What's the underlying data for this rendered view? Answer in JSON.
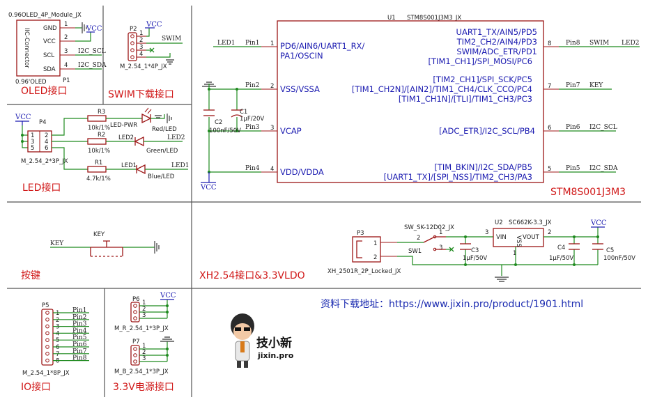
{
  "sections": {
    "oled": "OLED接口",
    "swim": "SWIM下载接口",
    "led": "LED接口",
    "key": "按键",
    "xh": "XH2.54接口&3.3VLDO",
    "io": "IO接口",
    "power": "3.3V电源接口",
    "mcu": "STM8S001J3M3"
  },
  "oled": {
    "title": "0.96OLED_4P_Module_JX",
    "connector": "IIC-Connector",
    "pins": [
      "GND",
      "VCC",
      "SCL",
      "SDA"
    ],
    "nums": [
      "1",
      "2",
      "3",
      "4"
    ],
    "nets": [
      "I2C_SCL",
      "I2C_SDA"
    ],
    "vcc": "VCC",
    "value": "0.96'OLED",
    "ref": "P1"
  },
  "swim": {
    "ref": "P2",
    "nums": [
      "1",
      "2",
      "3",
      "4"
    ],
    "vcc": "VCC",
    "net": "SWIM",
    "foot": "M_2.54_1*4P_JX"
  },
  "led": {
    "ref": "P4",
    "foot": "M_2.54_2*3P_JX",
    "vcc": "VCC",
    "nums": [
      "1",
      "2",
      "3",
      "4",
      "5",
      "6"
    ],
    "r3": "R3",
    "r3v": "10k/1%",
    "led_pwr": "LED-PWR",
    "red": "Red/LED",
    "r2": "R2",
    "r2v": "10k/1%",
    "led2": "LED2",
    "green": "Green/LED",
    "led2net": "LED2",
    "r1": "R1",
    "r1v": "4.7k/1%",
    "led1": "LED1",
    "blue": "Blue/LED",
    "led1net": "LED1"
  },
  "mcu": {
    "ref": "U1",
    "part": "STM8S001J3M3_JX",
    "left_pins": [
      {
        "num": "1",
        "label": "Pin1",
        "net": "LED1",
        "name": "PD6/AIN6/UART1_RX/",
        "name2": "PA1/OSCIN"
      },
      {
        "num": "2",
        "label": "Pin2",
        "name": "VSS/VSSA"
      },
      {
        "num": "3",
        "label": "Pin3",
        "name": "VCAP"
      },
      {
        "num": "4",
        "label": "Pin4",
        "name": "VDD/VDDA"
      }
    ],
    "right_pins": [
      {
        "num": "8",
        "label": "Pin8",
        "net": "SWIM",
        "net2": "LED2",
        "lines": [
          "UART1_TX/AIN5/PD5",
          "TIM2_CH2/AIN4/PD3",
          "SWIM/ADC_ETR/PD1",
          "[TIM1_CH1]/SPI_MOSI/PC6"
        ]
      },
      {
        "num": "7",
        "label": "Pin7",
        "net": "KEY",
        "lines": [
          "[TIM2_CH1]/SPI_SCK/PC5",
          "[TIM1_CH2N]/[AIN2]/TIM1_CH4/CLK_CCO/PC4",
          "[TIM1_CH1N]/[TLI]/TIM1_CH3/PC3"
        ]
      },
      {
        "num": "6",
        "label": "Pin6",
        "net": "I2C_SCL",
        "lines": [
          "[ADC_ETR]/I2C_SCL/PB4"
        ]
      },
      {
        "num": "5",
        "label": "Pin5",
        "net": "I2C_SDA",
        "lines": [
          "[TIM_BKIN]/I2C_SDA/PB5",
          "[UART1_TX]/[SPI_NSS]/TIM2_CH3/PA3"
        ]
      }
    ],
    "c1": "C1",
    "c1v": "1μF/20V",
    "c2": "C2",
    "c2v": "100nF/50V",
    "vcc": "VCC"
  },
  "key": {
    "net": "KEY",
    "ref": "KEY"
  },
  "xh": {
    "p3": "P3",
    "p3nums": [
      "1",
      "2"
    ],
    "p3foot": "XH_2501R_2P_Locked_JX",
    "sw": "SW_SK-12D02_JX",
    "swref": "SW1",
    "swnums": [
      "1",
      "2",
      "3"
    ],
    "u2": "U2",
    "u2part": "SC662K-3.3_JX",
    "vin": "VIN",
    "vout": "VOUT",
    "vss": "VSS",
    "u2nums": [
      "3",
      "2",
      "1"
    ],
    "c3": "C3",
    "c3v": "1μF/50V",
    "c4": "C4",
    "c4v": "1μF/50V",
    "c5": "C5",
    "c5v": "100nF/50V",
    "vcc": "VCC"
  },
  "io": {
    "ref": "P5",
    "nums": [
      "1",
      "2",
      "3",
      "4",
      "5",
      "6",
      "7",
      "8"
    ],
    "nets": [
      "Pin1",
      "Pin2",
      "Pin3",
      "Pin4",
      "Pin5",
      "Pin6",
      "Pin7",
      "Pin8"
    ],
    "foot": "M_2.54_1*8P_JX"
  },
  "power": {
    "p6": "P6",
    "p6foot": "M_R_2.54_1*3P_JX",
    "p7": "P7",
    "p7foot": "M_B_2.54_1*3P_JX",
    "nums": [
      "1",
      "2",
      "3"
    ],
    "vcc": "VCC"
  },
  "logo": {
    "cn": "技小新",
    "en": "jixin.pro"
  },
  "download": "资料下载地址：https://www.jixin.pro/product/1901.html"
}
